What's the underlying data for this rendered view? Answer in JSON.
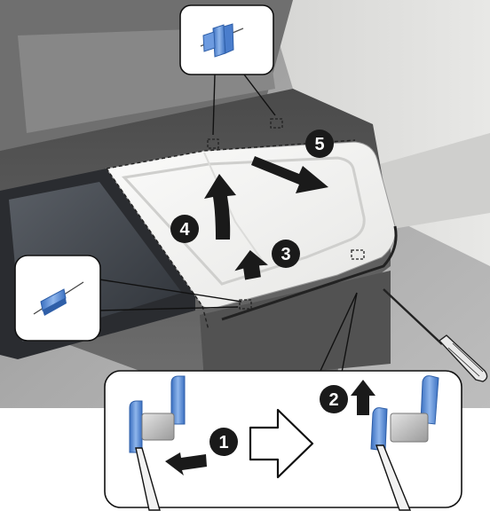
{
  "steps": [
    {
      "number": "1",
      "action": "press-latch"
    },
    {
      "number": "2",
      "action": "lift"
    },
    {
      "number": "3",
      "action": "push"
    },
    {
      "number": "4",
      "action": "lift"
    },
    {
      "number": "5",
      "action": "pull-out"
    }
  ],
  "colors": {
    "badge": "#1a1a1a",
    "badge_text": "#ffffff",
    "arrow": "#1a1a1a",
    "latch": "#5b8fd6",
    "latch_dark": "#2f5fa8",
    "cover": "#f4f4f2",
    "callout_border": "#111111"
  },
  "icons": [
    "screwdriver-icon",
    "latch-clip-icon",
    "direction-arrow-icon"
  ]
}
